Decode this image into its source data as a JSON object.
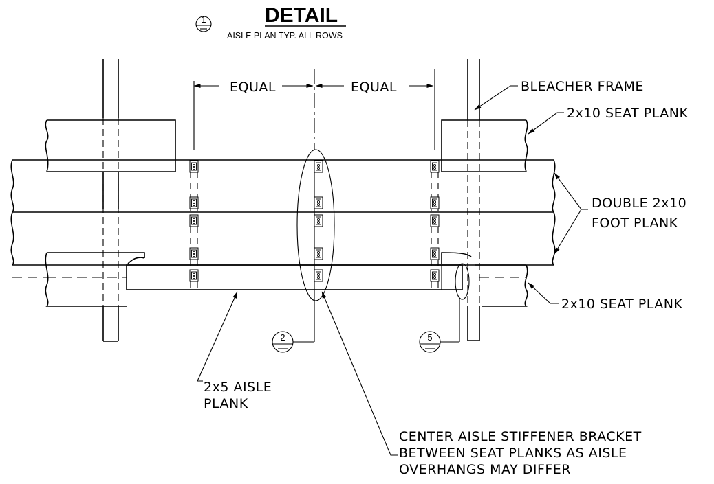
{
  "header": {
    "number": "1",
    "title": "DETAIL",
    "subtitle": "AISLE PLAN TYP. ALL ROWS"
  },
  "dimensions": {
    "left": "EQUAL",
    "right": "EQUAL"
  },
  "callouts": {
    "bleacher_frame": "BLEACHER FRAME",
    "seat_plank_top": "2x10 SEAT PLANK",
    "foot_plank_line1": "DOUBLE 2x10",
    "foot_plank_line2": "FOOT PLANK",
    "seat_plank_bottom": "2x10 SEAT PLANK",
    "aisle_plank_line1": "2x5 AISLE",
    "aisle_plank_line2": "PLANK",
    "bracket_line1": "CENTER AISLE STIFFENER BRACKET",
    "bracket_line2": "BETWEEN SEAT PLANKS AS AISLE",
    "bracket_line3": "OVERHANGS MAY DIFFER"
  },
  "detail_refs": {
    "ref_a": "2",
    "ref_b": "5"
  }
}
